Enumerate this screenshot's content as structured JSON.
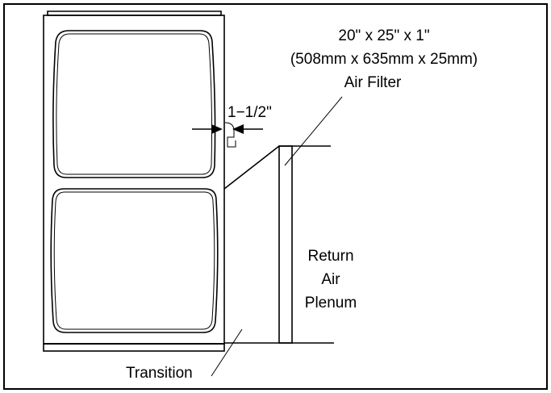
{
  "labels": {
    "filter_size_imperial": "20\" x 25\" x 1\"",
    "filter_size_metric": "(508mm x 635mm x  25mm)",
    "air_filter": "Air Filter",
    "clearance": "1−1/2\"",
    "return_air_line1": "Return",
    "return_air_line2": "Air",
    "return_air_line3": "Plenum",
    "transition": "Transition"
  }
}
